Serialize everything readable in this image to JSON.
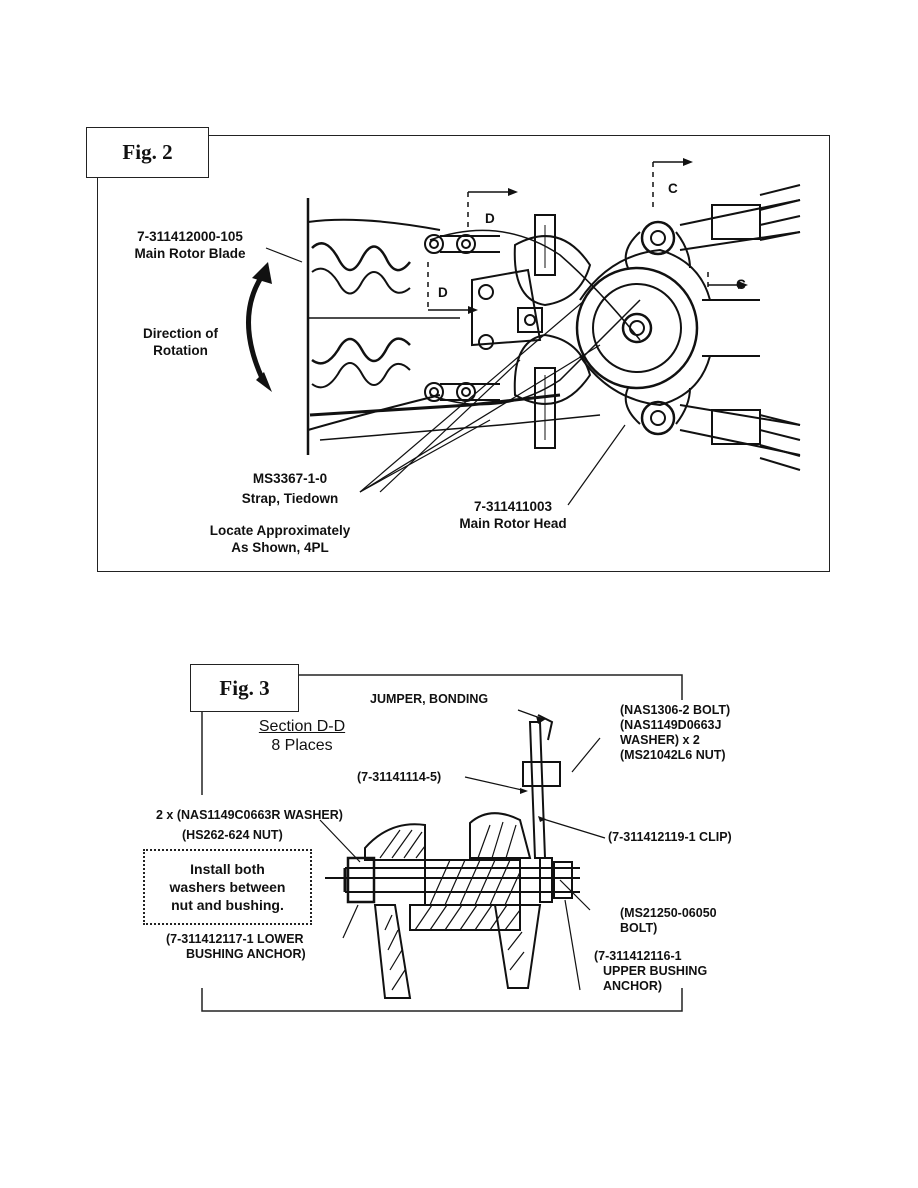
{
  "fig2": {
    "tag": "Fig. 2",
    "blade_part": "7-311412000-105",
    "blade_name": "Main Rotor Blade",
    "rotation_line1": "Direction of",
    "rotation_line2": "Rotation",
    "section_d": "D",
    "section_c": "C",
    "strap_part": "MS3367-1-0",
    "strap_name": "Strap, Tiedown",
    "locate_line1": "Locate Approximately",
    "locate_line2": "As Shown, 4PL",
    "head_part": "7-311411003",
    "head_name": "Main Rotor Head"
  },
  "fig3": {
    "tag": "Fig. 3",
    "section_title": "Section D-D",
    "section_places": "8 Places",
    "jumper": "JUMPER, BONDING",
    "bolt_line1": "(NAS1306-2 BOLT)",
    "bolt_line2": "(NAS1149D0663J",
    "bolt_line3": "WASHER)   x 2",
    "bolt_line4": "(MS21042L6 NUT)",
    "part_5": "(7-31141114-5)",
    "washer_2x": "2 x  (NAS1149C0663R WASHER)",
    "hs_nut": "(HS262-624 NUT)",
    "clip": "(7-311412119-1 CLIP)",
    "note_line1": "Install both",
    "note_line2": "washers between",
    "note_line3": "nut and bushing.",
    "ms_bolt_line1": "(MS21250-06050",
    "ms_bolt_line2": "BOLT)",
    "lower_line1": "(7-311412117-1 LOWER",
    "lower_line2": "BUSHING ANCHOR)",
    "upper_line1": "(7-311412116-1",
    "upper_line2": "UPPER BUSHING",
    "upper_line3": "ANCHOR)"
  }
}
